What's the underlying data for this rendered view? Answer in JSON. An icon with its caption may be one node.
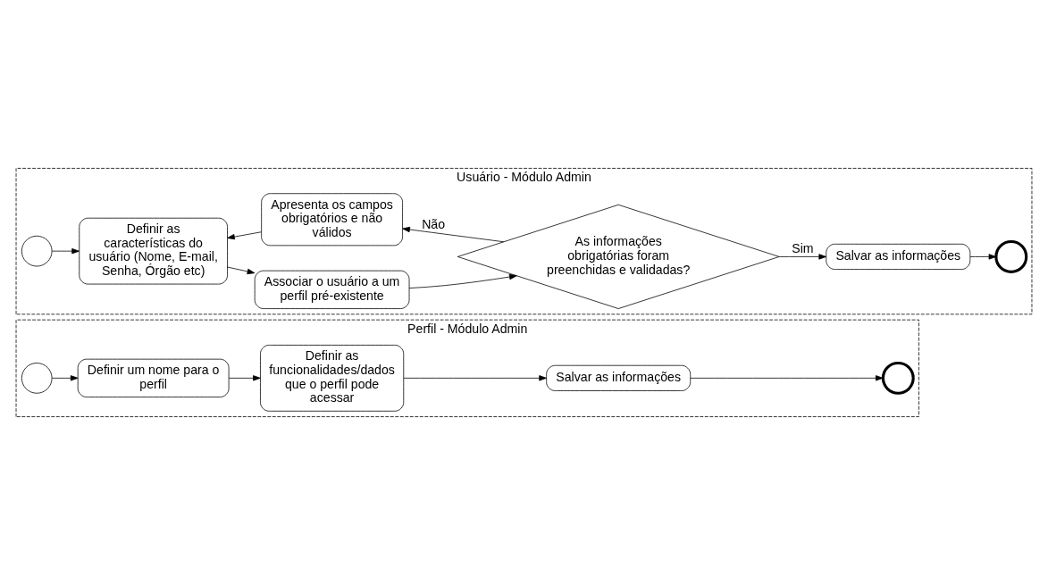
{
  "diagram": {
    "nodes": [
      {
        "text": [
          "Perfil - Módulo Admin"
        ]
      },
      {
        "text": [],
        "shape": "circle",
        "in": 0
      },
      {
        "text": [
          "Definir um nome para o perfil"
        ],
        "in": 0
      },
      {
        "text": [
          "Definir as funcionalidades/dados que o perfil pode acessar"
        ],
        "in": 0
      },
      {
        "text": [
          "Salvar as informações"
        ],
        "in": 0
      },
      {
        "text": [],
        "shape": "circle",
        "in": 0
      },
      {
        "text": [
          "Usuário - Módulo Admin"
        ]
      },
      {
        "text": [],
        "shape": "circle",
        "in": 6
      },
      {
        "text": [
          "Definir as características do usuário (Nome, E-mail, Senha, Órgão etc)"
        ],
        "in": 6
      },
      {
        "text": [
          "Associar o usuário a um perfil pré-existente"
        ],
        "in": 6
      },
      {
        "text": [
          "As informações obrigatórias foram preenchidas e validadas?"
        ],
        "in": 6
      },
      {
        "text": [
          "Salvar as informações"
        ],
        "in": 6
      },
      {
        "text": [],
        "shape": "circle",
        "in": 6
      },
      {
        "text": [
          "Apresenta os campos obrigatórios e não válidos"
        ],
        "in": 6
      }
    ],
    "edges": [
      {
        "from": 1,
        "to": 2,
        "arrow": "to"
      },
      {
        "from": 2,
        "to": 3,
        "arrow": "to"
      },
      {
        "from": 3,
        "to": 4,
        "arrow": "to"
      },
      {
        "from": 4,
        "to": 5,
        "arrow": "to"
      },
      {
        "from": 7,
        "to": 8,
        "arrow": "to"
      },
      {
        "from": 8,
        "to": 9,
        "arrow": "to"
      },
      {
        "from": 9,
        "to": 10,
        "arrow": "to"
      },
      {
        "from": 10,
        "to": 11,
        "arrow": "to",
        "label": "Sim"
      },
      {
        "from": 11,
        "to": 12,
        "arrow": "to"
      },
      {
        "from": 10,
        "to": 13,
        "arrow": "to",
        "label": "Não"
      },
      {
        "from": 13,
        "to": 8,
        "arrow": "to"
      }
    ]
  }
}
